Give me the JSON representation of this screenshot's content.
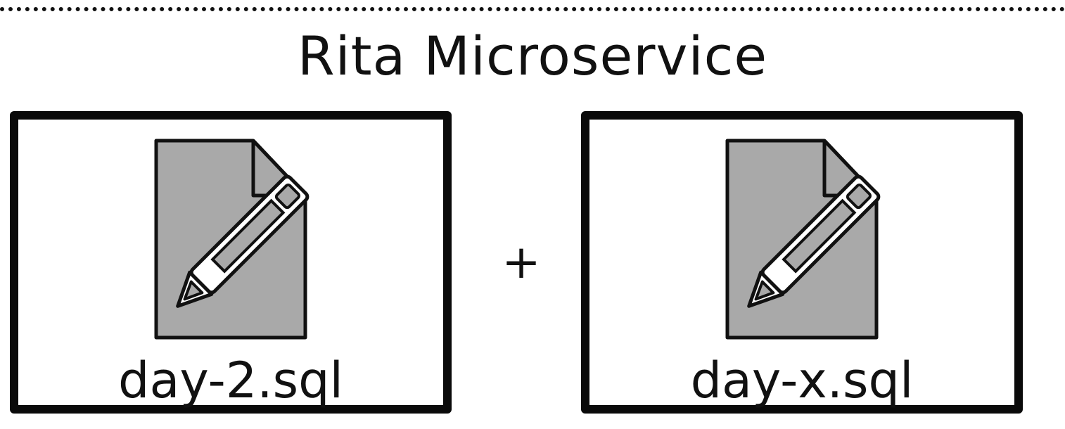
{
  "title": "Rita Microservice",
  "operator": "+",
  "files": [
    {
      "name": "day-2.sql",
      "icon": "file-edit-icon"
    },
    {
      "name": "day-x.sql",
      "icon": "file-edit-icon"
    }
  ],
  "colors": {
    "stroke": "#111111",
    "icon_fill": "#a9a9a9",
    "background": "#ffffff"
  }
}
